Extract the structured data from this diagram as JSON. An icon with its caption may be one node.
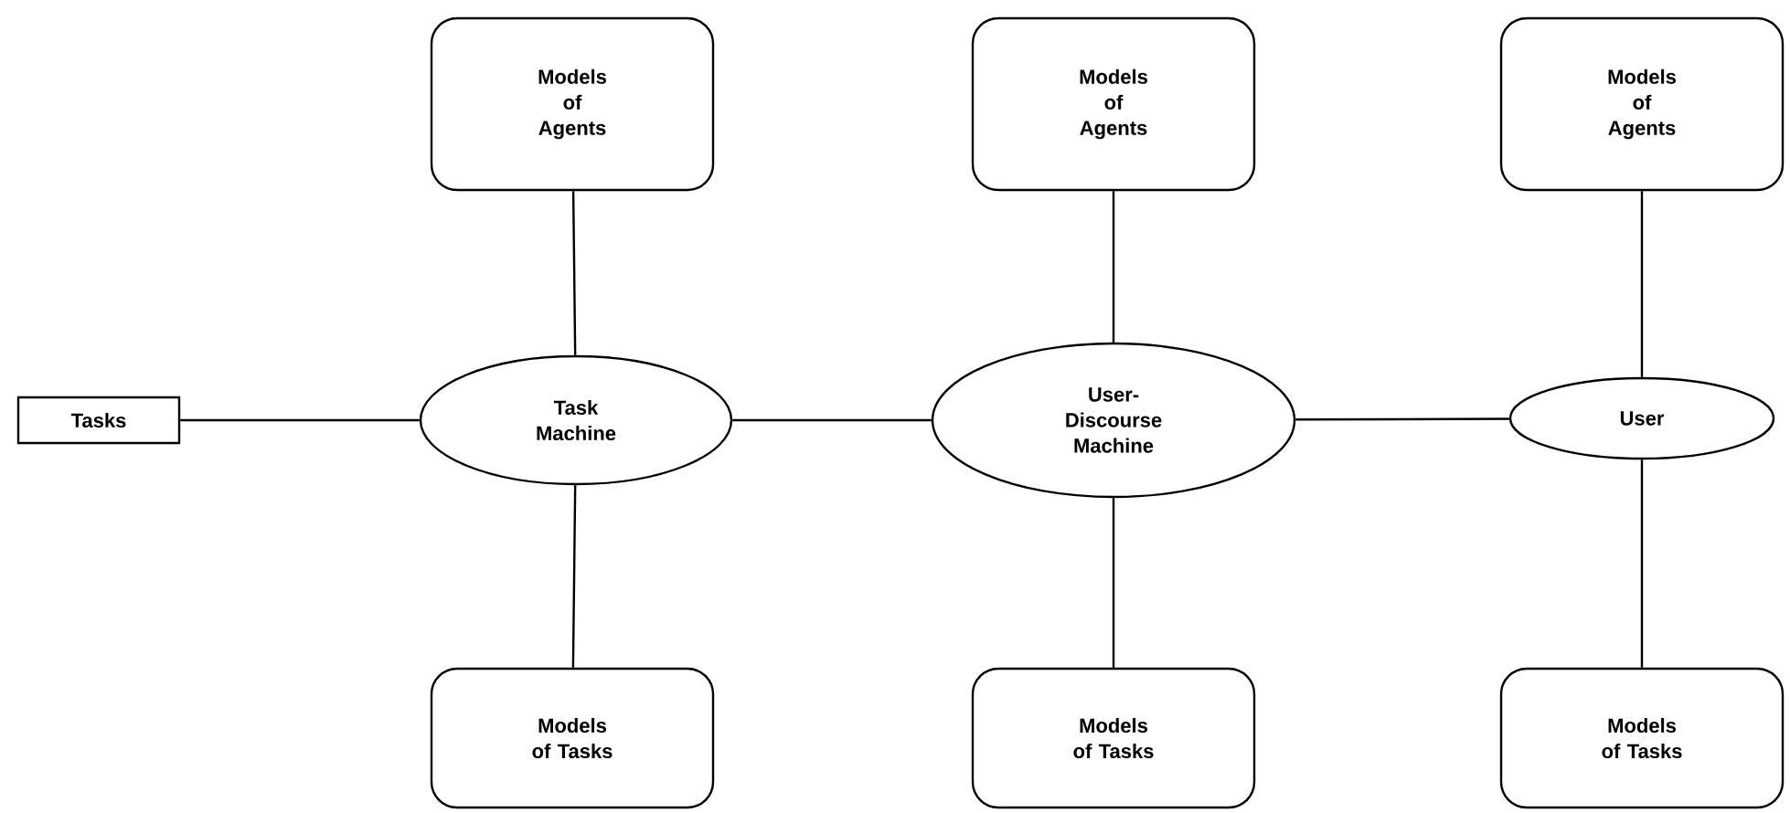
{
  "diagram": {
    "nodes": [
      {
        "text": [
          "Models of Agents"
        ]
      },
      {
        "text": [
          "Models of Agents"
        ]
      },
      {
        "text": [
          "Models of Agents"
        ]
      },
      {
        "text": [
          "Tasks"
        ]
      },
      {
        "text": [
          "Task Machine"
        ]
      },
      {
        "text": [
          "User-Discourse Machine"
        ]
      },
      {
        "text": [
          "User"
        ]
      },
      {
        "text": [
          "Models of Tasks"
        ]
      },
      {
        "text": [
          "Models of Tasks"
        ]
      },
      {
        "text": [
          "Models of Tasks"
        ]
      }
    ],
    "edges": [
      {
        "from": 3,
        "to": 4,
        "arrow": "none"
      },
      {
        "from": 4,
        "to": 5,
        "arrow": "none"
      },
      {
        "from": 5,
        "to": 6,
        "arrow": "none"
      },
      {
        "from": 4,
        "to": 0,
        "arrow": "none"
      },
      {
        "from": 5,
        "to": 1,
        "arrow": "none"
      },
      {
        "from": 6,
        "to": 2,
        "arrow": "none"
      },
      {
        "from": 4,
        "to": 7,
        "arrow": "none"
      },
      {
        "from": 5,
        "to": 8,
        "arrow": "none"
      },
      {
        "from": 6,
        "to": 9,
        "arrow": "none"
      }
    ]
  }
}
